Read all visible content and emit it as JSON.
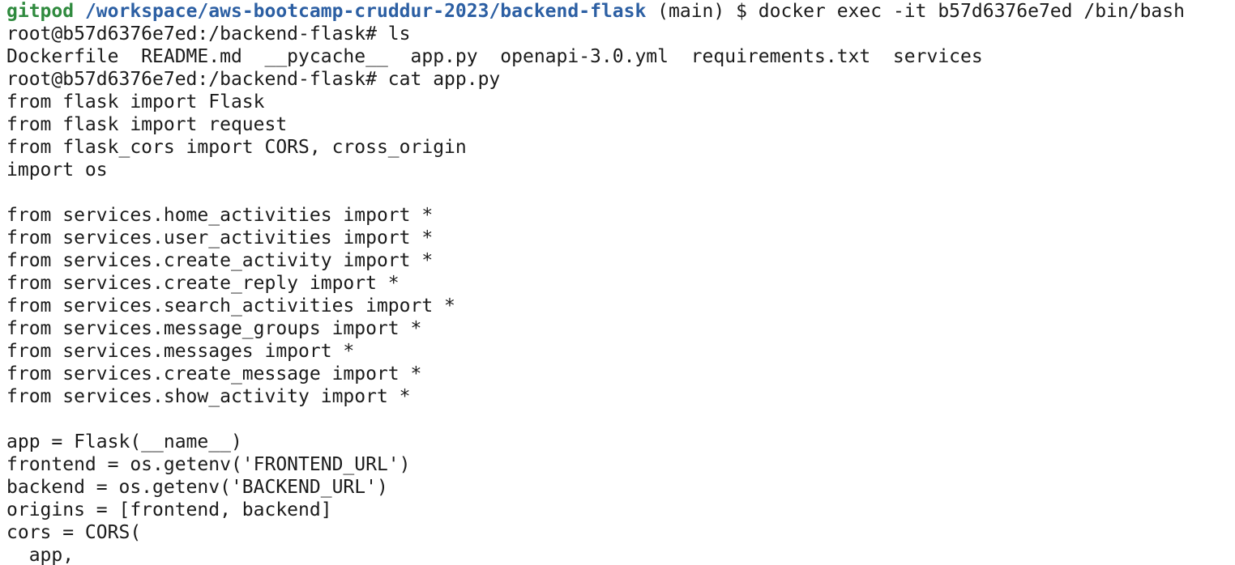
{
  "terminal": {
    "prompt": {
      "user": "gitpod",
      "path": "/workspace/aws-bootcamp-cruddur-2023/backend-flask",
      "rest": " (main) $ docker exec -it b57d6376e7ed /bin/bash"
    },
    "lines": [
      "root@b57d6376e7ed:/backend-flask# ls",
      "Dockerfile  README.md  __pycache__  app.py  openapi-3.0.yml  requirements.txt  services",
      "root@b57d6376e7ed:/backend-flask# cat app.py",
      "from flask import Flask",
      "from flask import request",
      "from flask_cors import CORS, cross_origin",
      "import os",
      "",
      "from services.home_activities import *",
      "from services.user_activities import *",
      "from services.create_activity import *",
      "from services.create_reply import *",
      "from services.search_activities import *",
      "from services.message_groups import *",
      "from services.messages import *",
      "from services.create_message import *",
      "from services.show_activity import *",
      "",
      "app = Flask(__name__)",
      "frontend = os.getenv('FRONTEND_URL')",
      "backend = os.getenv('BACKEND_URL')",
      "origins = [frontend, backend]",
      "cors = CORS(",
      "  app,"
    ]
  }
}
